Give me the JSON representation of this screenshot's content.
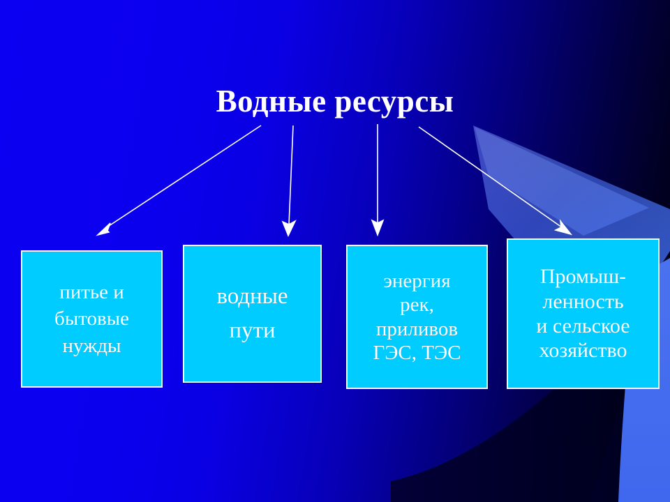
{
  "slide": {
    "title": "Водные ресурсы",
    "background": {
      "left_color": "#0c00f2",
      "right_color": "#000012",
      "beam_color": "#3a6cf0",
      "dark_shape_color": "#00002a"
    },
    "box_fill_color": "#00ccff",
    "box_border_color": "#f2fbff",
    "text_color": "#ffffff"
  },
  "nodes": [
    {
      "id": "drinking",
      "name": "питье и бытовые нужды",
      "lines": [
        "питье и",
        "бытовые",
        "нужды"
      ]
    },
    {
      "id": "waterways",
      "name": "водные пути",
      "lines": [
        "водные",
        "пути"
      ]
    },
    {
      "id": "energy",
      "name": "энергия рек, приливов ГЭС, ТЭС",
      "lines": [
        "энергия",
        "рек,",
        "приливов",
        "ГЭС, ТЭС"
      ]
    },
    {
      "id": "industry",
      "name": "Промышленность и сельское хозяйство",
      "lines": [
        "Промыш-",
        "ленность",
        "и сельское",
        "хозяйство"
      ]
    }
  ],
  "arrows": [
    {
      "id": "arrow-to-drinking",
      "from": "Водные ресурсы",
      "to": "питье и бытовые нужды"
    },
    {
      "id": "arrow-to-waterways",
      "from": "Водные ресурсы",
      "to": "водные пути"
    },
    {
      "id": "arrow-to-energy",
      "from": "Водные ресурсы",
      "to": "энергия рек, приливов ГЭС, ТЭС"
    },
    {
      "id": "arrow-to-industry",
      "from": "Водные ресурсы",
      "to": "Промышленность и сельское хозяйство"
    }
  ]
}
